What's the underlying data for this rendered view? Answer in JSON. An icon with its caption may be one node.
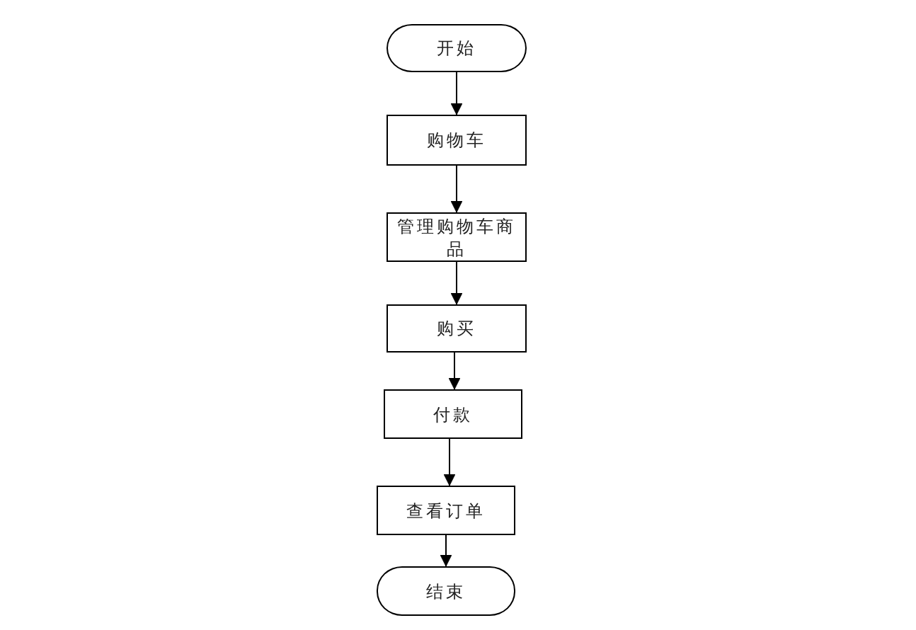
{
  "diagram": {
    "nodes": [
      {
        "text": [
          "开始"
        ]
      },
      {
        "text": [
          "购物车"
        ]
      },
      {
        "text": [
          "管理购物车商品"
        ]
      },
      {
        "text": [
          "购买"
        ]
      },
      {
        "text": [
          "付款"
        ]
      },
      {
        "text": [
          "查看订单"
        ]
      },
      {
        "text": [
          "结束"
        ]
      }
    ],
    "edges": [
      {
        "from": 0,
        "to": 1,
        "arrow": "to"
      },
      {
        "from": 1,
        "to": 2,
        "arrow": "to"
      },
      {
        "from": 2,
        "to": 3,
        "arrow": "to"
      },
      {
        "from": 3,
        "to": 4,
        "arrow": "to"
      },
      {
        "from": 4,
        "to": 5,
        "arrow": "to"
      },
      {
        "from": 5,
        "to": 6,
        "arrow": "to"
      }
    ]
  }
}
